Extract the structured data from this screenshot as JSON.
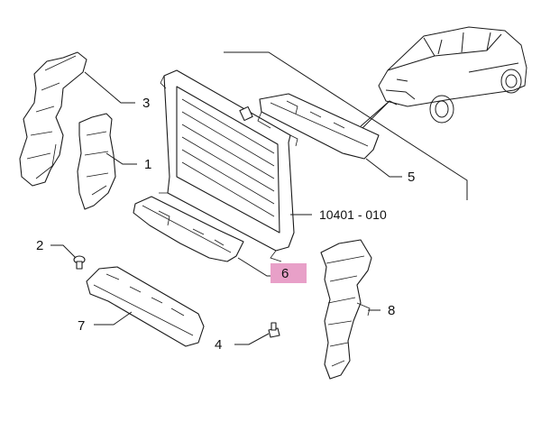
{
  "callouts": {
    "c1": "1",
    "c2": "2",
    "c3": "3",
    "c4": "4",
    "c5": "5",
    "c6": "6",
    "c7": "7",
    "c8": "8",
    "part_code": "10401  -  010"
  },
  "colors": {
    "highlight": "#e8a0c8",
    "line": "#1a1a1a",
    "background": "#ffffff"
  },
  "icons": {
    "vehicle": "suv-car-icon"
  }
}
